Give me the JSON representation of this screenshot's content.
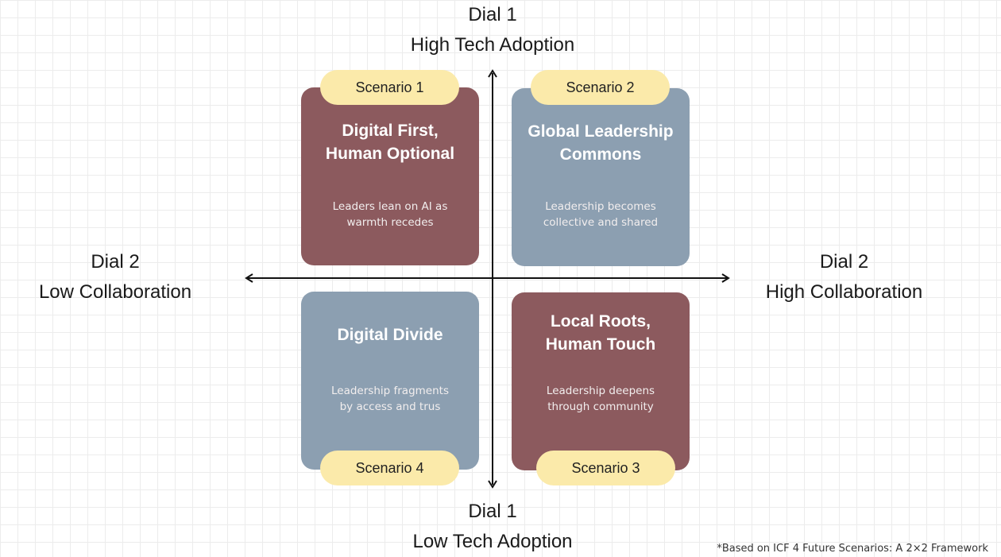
{
  "axes": {
    "top": {
      "line1": "Dial 1",
      "line2": "High Tech Adoption"
    },
    "bottom": {
      "line1": "Dial 1",
      "line2": "Low Tech Adoption"
    },
    "left": {
      "line1": "Dial 2",
      "line2": "Low Collaboration"
    },
    "right": {
      "line1": "Dial 2",
      "line2": "High Collaboration"
    }
  },
  "scenarios": {
    "s1": {
      "badge": "Scenario 1",
      "title_line1": "Digital First,",
      "title_line2": "Human Optional",
      "desc_line1": "Leaders lean on AI as",
      "desc_line2": "warmth recedes",
      "color": "#8c5a5e"
    },
    "s2": {
      "badge": "Scenario 2",
      "title_line1": "Global Leadership",
      "title_line2": "Commons",
      "desc_line1": "Leadership becomes",
      "desc_line2": "collective and shared",
      "color": "#8c9fb1"
    },
    "s3": {
      "badge": "Scenario 3",
      "title_line1": "Local Roots,",
      "title_line2": "Human Touch",
      "desc_line1": "Leadership deepens",
      "desc_line2": "through community",
      "color": "#8c5a5e"
    },
    "s4": {
      "badge": "Scenario 4",
      "title_line1": "Digital Divide",
      "desc_line1": "Leadership fragments",
      "desc_line2": "by access and trus",
      "color": "#8c9fb1"
    }
  },
  "badge_color": "#fbeaaa",
  "footnote": "*Based on ICF 4 Future Scenarios: A 2×2 Framework"
}
